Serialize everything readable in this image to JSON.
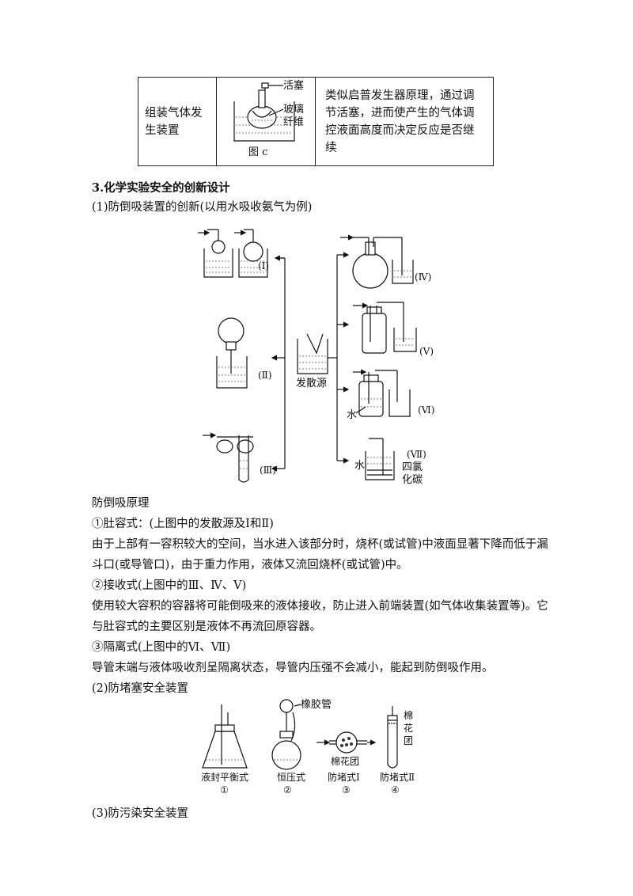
{
  "table": {
    "cell1": "组装气体发生装置",
    "fig_labels": {
      "valve": "活塞",
      "fiber": "玻璃纤维",
      "caption": "图 c"
    },
    "description": "类似启普发生器原理，通过调节活塞，进而使产生的气体调控液面高度而决定反应是否继续"
  },
  "section3": {
    "heading": "3.化学实验安全的创新设计"
  },
  "part1": {
    "heading": "(1)防倒吸装置的创新(以用水吸收氨气为例)",
    "diagram_labels": {
      "I": "(Ⅰ)",
      "II": "(Ⅱ)",
      "III": "(Ⅲ)",
      "IV": "(Ⅳ)",
      "V": "(Ⅴ)",
      "VI": "(Ⅵ)",
      "VII": "(Ⅶ)",
      "source": "发散源",
      "water1": "水",
      "water2": "水",
      "ccl4_1": "四氯",
      "ccl4_2": "化碳"
    },
    "principle_title": "防倒吸原理",
    "p1_title": "①肚容式：(上图中的发散源及Ⅰ和Ⅱ)",
    "p1_line1": "由于上部有一容积较大的空间，当水进入该部分时，烧杯(或试管)中液面显著下降而低于漏",
    "p1_line2": "斗口(或导管口)，由于重力作用，液体又流回烧杯(或试管)中。",
    "p2_title": "②接收式(上图中的Ⅲ、Ⅳ、Ⅴ)",
    "p2_line1": "使用较大容积的容器将可能倒吸来的液体接收，防止进入前端装置(如气体收集装置等)。它",
    "p2_line2": "与肚容式的主要区别是液体不再流回原容器。",
    "p3_title": "③隔离式(上图中的Ⅵ、Ⅶ)",
    "p3_line1": "导管末端与液体吸收剂呈隔离状态，导管内压强不会减小，能起到防倒吸作用。"
  },
  "part2": {
    "heading": "(2)防堵塞安全装置",
    "labels": {
      "rubber_tube": "橡胶管",
      "cotton": "棉花团",
      "cotton_v1": "棉",
      "cotton_v2": "花",
      "cotton_v3": "团",
      "c1": "液封平衡式",
      "c2": "恒压式",
      "c3": "防堵式Ⅰ",
      "c4": "防堵式Ⅱ",
      "n1": "①",
      "n2": "②",
      "n3": "③",
      "n4": "④"
    }
  },
  "part3": {
    "heading": "(3)防污染安全装置"
  }
}
